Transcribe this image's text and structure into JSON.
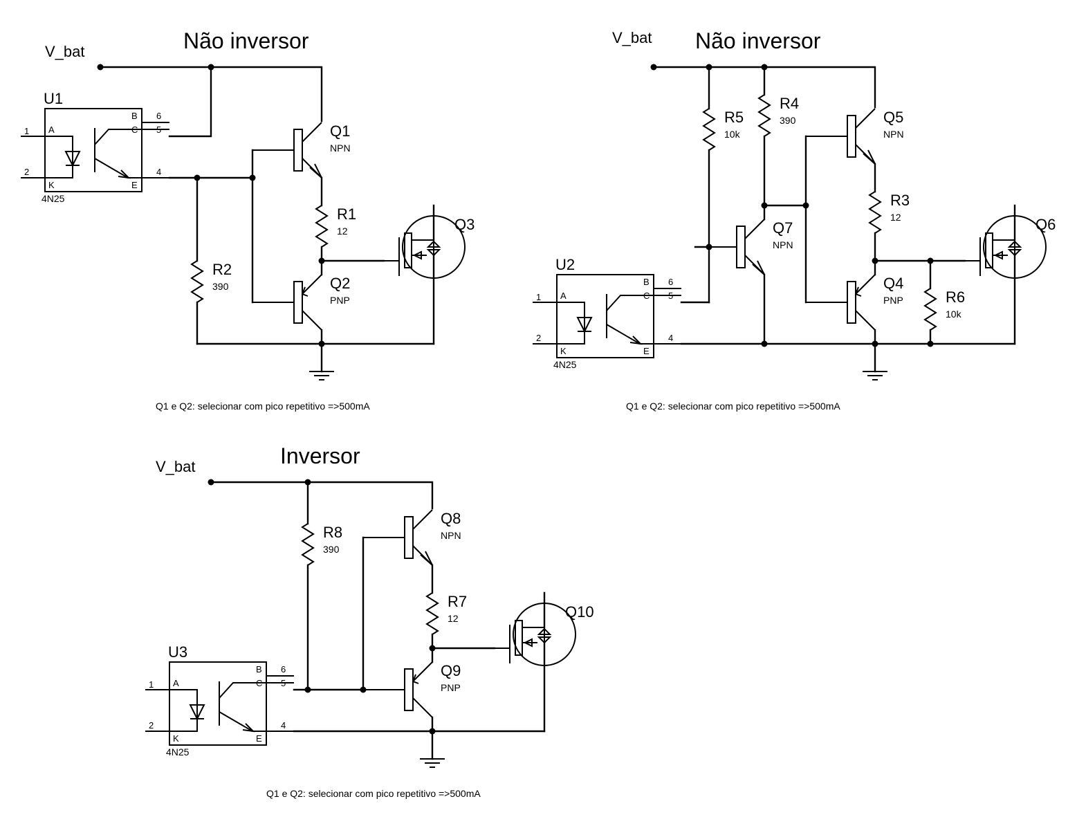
{
  "circuits": [
    {
      "title": "Não inversor",
      "supply": "V_bat",
      "note": "Q1 e Q2: selecionar com pico repetitivo =>500mA",
      "optocoupler": {
        "ref": "U1",
        "part": "4N25",
        "pins": [
          "1",
          "2",
          "6",
          "5",
          "4"
        ],
        "pin_letters": [
          "A",
          "K",
          "B",
          "C",
          "E"
        ]
      },
      "components": [
        {
          "ref": "Q1",
          "value": "NPN"
        },
        {
          "ref": "Q2",
          "value": "PNP"
        },
        {
          "ref": "R1",
          "value": "12"
        },
        {
          "ref": "R2",
          "value": "390"
        },
        {
          "ref": "Q3",
          "value": ""
        }
      ]
    },
    {
      "title": "Não inversor",
      "supply": "V_bat",
      "note": "Q1 e Q2: selecionar com pico repetitivo =>500mA",
      "optocoupler": {
        "ref": "U2",
        "part": "4N25",
        "pins": [
          "1",
          "2",
          "6",
          "5",
          "4"
        ],
        "pin_letters": [
          "A",
          "K",
          "B",
          "C",
          "E"
        ]
      },
      "components": [
        {
          "ref": "R5",
          "value": "10k"
        },
        {
          "ref": "R4",
          "value": "390"
        },
        {
          "ref": "Q5",
          "value": "NPN"
        },
        {
          "ref": "R3",
          "value": "12"
        },
        {
          "ref": "Q7",
          "value": "NPN"
        },
        {
          "ref": "Q4",
          "value": "PNP"
        },
        {
          "ref": "R6",
          "value": "10k"
        },
        {
          "ref": "Q6",
          "value": ""
        }
      ]
    },
    {
      "title": "Inversor",
      "supply": "V_bat",
      "note": "Q1 e Q2: selecionar com pico repetitivo =>500mA",
      "optocoupler": {
        "ref": "U3",
        "part": "4N25",
        "pins": [
          "1",
          "2",
          "6",
          "5",
          "4"
        ],
        "pin_letters": [
          "A",
          "K",
          "B",
          "C",
          "E"
        ]
      },
      "components": [
        {
          "ref": "R8",
          "value": "390"
        },
        {
          "ref": "Q8",
          "value": "NPN"
        },
        {
          "ref": "R7",
          "value": "12"
        },
        {
          "ref": "Q9",
          "value": "PNP"
        },
        {
          "ref": "Q10",
          "value": ""
        }
      ]
    }
  ]
}
